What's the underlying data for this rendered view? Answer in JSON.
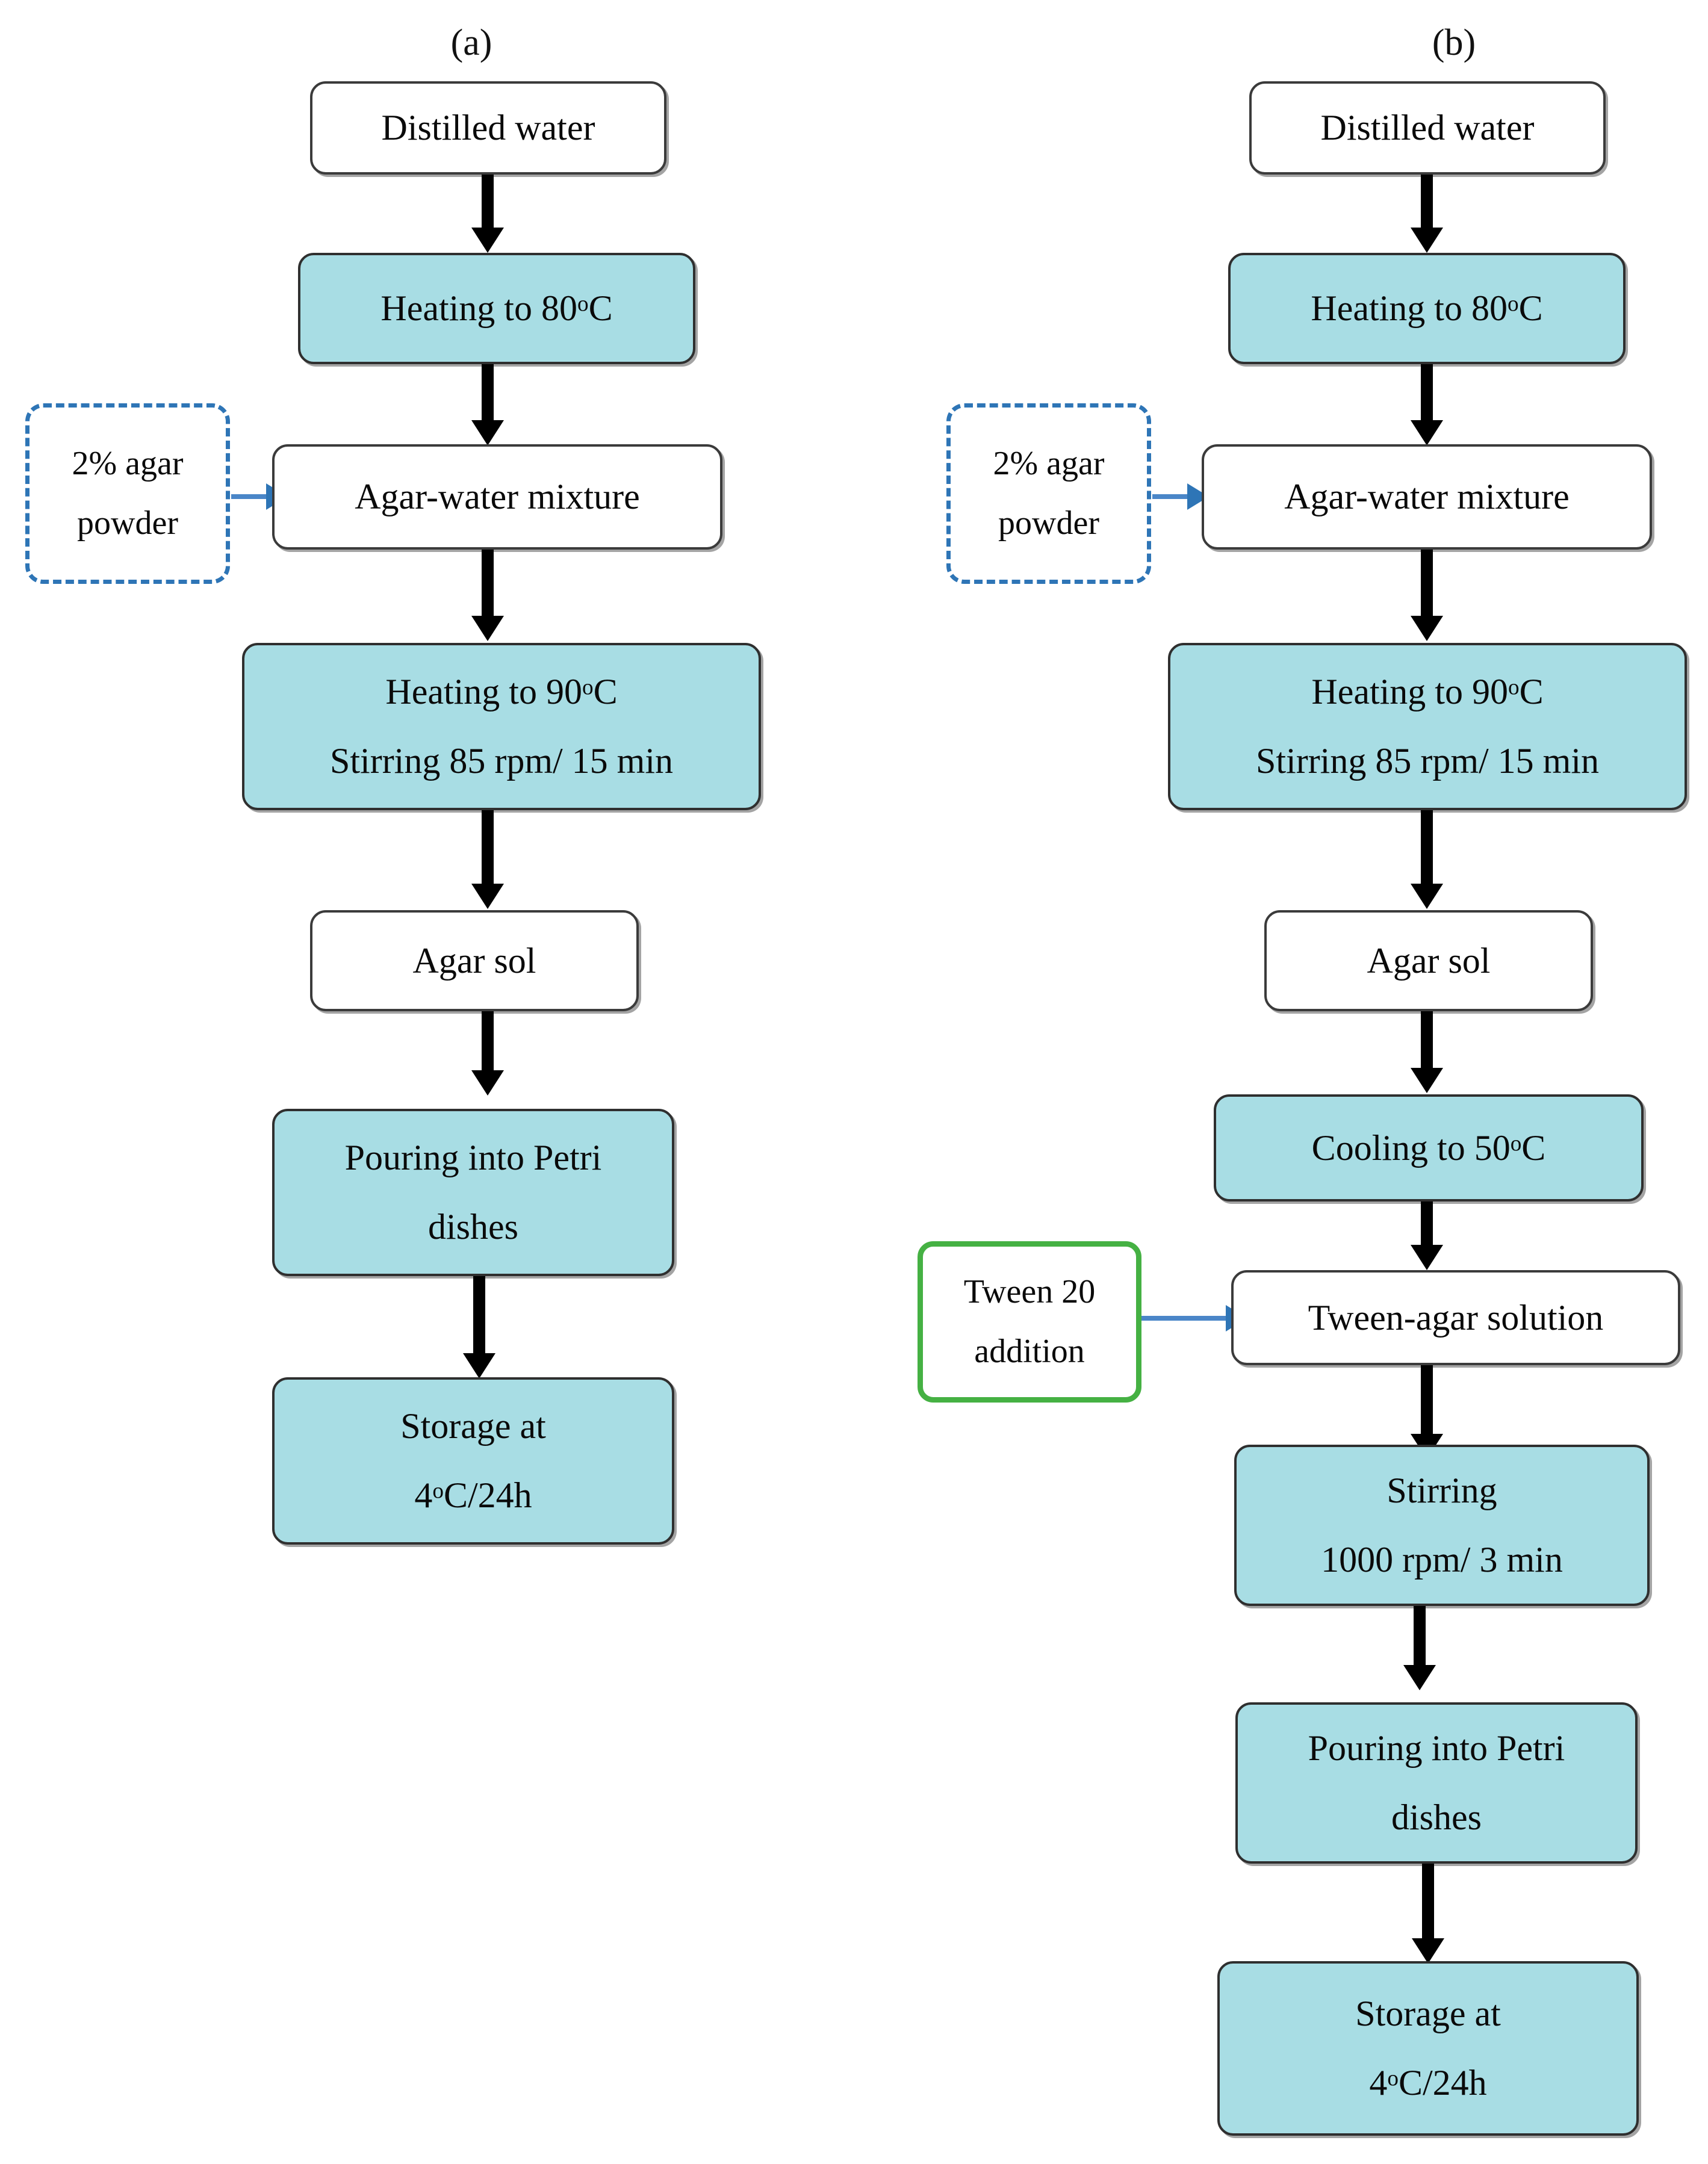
{
  "figure": {
    "type": "flowchart",
    "panels": [
      {
        "id": "a",
        "label": "(a)",
        "title": "Plain agar gel preparation",
        "nodes": [
          {
            "key": "distilled_water",
            "lines": [
              "Distilled water"
            ],
            "style": "white"
          },
          {
            "key": "heating_80",
            "lines": [
              "Heating to 80°C"
            ],
            "style": "teal"
          },
          {
            "key": "agar_water",
            "lines": [
              "Agar-water mixture"
            ],
            "style": "white"
          },
          {
            "key": "heating_90",
            "lines": [
              "Heating to 90°C",
              "Stirring 85 rpm/ 15 min"
            ],
            "style": "teal"
          },
          {
            "key": "agar_sol",
            "lines": [
              "Agar sol"
            ],
            "style": "white"
          },
          {
            "key": "pouring",
            "lines": [
              "Pouring into Petri",
              "dishes"
            ],
            "style": "teal"
          },
          {
            "key": "storage",
            "lines": [
              "Storage at",
              "4°C/24h"
            ],
            "style": "teal"
          }
        ],
        "reagents": [
          {
            "key": "agar_powder",
            "lines": [
              "2% agar",
              "powder"
            ],
            "style": "dashed-blue",
            "target": "agar_water"
          }
        ]
      },
      {
        "id": "b",
        "label": "(b)",
        "title": "Tween-agar gel preparation",
        "nodes": [
          {
            "key": "distilled_water",
            "lines": [
              "Distilled water"
            ],
            "style": "white"
          },
          {
            "key": "heating_80",
            "lines": [
              "Heating to 80°C"
            ],
            "style": "teal"
          },
          {
            "key": "agar_water",
            "lines": [
              "Agar-water mixture"
            ],
            "style": "white"
          },
          {
            "key": "heating_90",
            "lines": [
              "Heating to 90°C",
              "Stirring 85 rpm/ 15 min"
            ],
            "style": "teal"
          },
          {
            "key": "agar_sol",
            "lines": [
              "Agar sol"
            ],
            "style": "white"
          },
          {
            "key": "cooling_50",
            "lines": [
              "Cooling to 50°C"
            ],
            "style": "teal"
          },
          {
            "key": "tween_agar",
            "lines": [
              "Tween-agar solution"
            ],
            "style": "white"
          },
          {
            "key": "stirring",
            "lines": [
              "Stirring",
              "1000 rpm/ 3 min"
            ],
            "style": "teal"
          },
          {
            "key": "pouring",
            "lines": [
              "Pouring into Petri",
              "dishes"
            ],
            "style": "teal"
          },
          {
            "key": "storage",
            "lines": [
              "Storage at",
              "4°C/24h"
            ],
            "style": "teal"
          }
        ],
        "reagents": [
          {
            "key": "agar_powder",
            "lines": [
              "2% agar",
              "powder"
            ],
            "style": "dashed-blue",
            "target": "agar_water"
          },
          {
            "key": "tween_add",
            "lines": [
              "Tween 20",
              "addition"
            ],
            "style": "solid-green",
            "target": "tween_agar"
          }
        ]
      }
    ],
    "colors": {
      "process_fill": "#a8dde4",
      "node_border": "#3b3b3b",
      "reagent_dashed_border": "#2e75b6",
      "reagent_solid_border": "#45b143",
      "feed_arrow": "#2e75b6",
      "flow_arrow": "#000000",
      "background": "#ffffff",
      "text": "#000000"
    }
  },
  "panel_a": {
    "label": "(a)",
    "distilled_water": "Distilled water",
    "heating_80": "Heating to 80°C",
    "agar_water": "Agar-water mixture",
    "heating_90_l1": "Heating to 90°C",
    "heating_90_l2": "Stirring 85 rpm/ 15 min",
    "agar_sol": "Agar sol",
    "pouring_l1": "Pouring into Petri",
    "pouring_l2": "dishes",
    "storage_l1": "Storage at",
    "storage_l2": "4°C/24h",
    "agar_powder_l1": "2% agar",
    "agar_powder_l2": "powder"
  },
  "panel_b": {
    "label": "(b)",
    "distilled_water": "Distilled water",
    "heating_80": "Heating to 80°C",
    "agar_water": "Agar-water mixture",
    "heating_90_l1": "Heating to 90°C",
    "heating_90_l2": "Stirring 85 rpm/ 15 min",
    "agar_sol": "Agar sol",
    "cooling_50": "Cooling to 50°C",
    "tween_agar": "Tween-agar solution",
    "stirring_l1": "Stirring",
    "stirring_l2": "1000 rpm/ 3 min",
    "pouring_l1": "Pouring into Petri",
    "pouring_l2": "dishes",
    "storage_l1": "Storage at",
    "storage_l2": "4°C/24h",
    "agar_powder_l1": "2% agar",
    "agar_powder_l2": "powder",
    "tween_add_l1": "Tween 20",
    "tween_add_l2": "addition"
  }
}
